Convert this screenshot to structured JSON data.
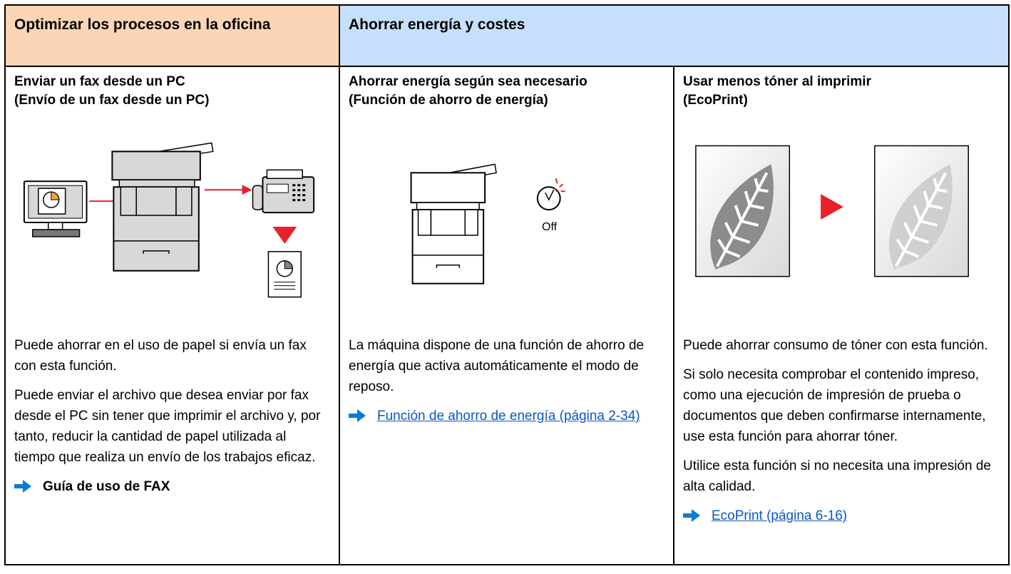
{
  "headers": {
    "left": "Optimizar los procesos en la oficina",
    "right": "Ahorrar energía y costes"
  },
  "columns": [
    {
      "title_line1": "Enviar un fax desde un PC",
      "title_line2": "(Envío de un fax desde un PC)",
      "paragraphs": [
        "Puede ahorrar en el uso de papel si envía un fax con esta función.",
        "Puede enviar el archivo que desea enviar por fax desde el PC sin tener que imprimir el archivo y, por tanto, reducir la cantidad de papel utilizada al tiempo que realiza un envío de los trabajos eficaz."
      ],
      "reference": "Guía de uso de FAX"
    },
    {
      "title_line1": "Ahorrar energía según sea necesario",
      "title_line2": "(Función de ahorro de energía)",
      "paragraphs": [
        "La máquina dispone de una función de ahorro de energía que activa automáticamente el modo de reposo."
      ],
      "reference": "Función de ahorro de energía (página 2-34)",
      "timer_label": "Off"
    },
    {
      "title_line1": "Usar menos tóner al imprimir",
      "title_line2": "(EcoPrint)",
      "paragraphs": [
        "Puede ahorrar consumo de tóner con esta función.",
        "Si solo necesita comprobar el contenido impreso, como una ejecución de impresión de prueba o documentos que deben confirmarse internamente, use esta función para ahorrar tóner.",
        "Utilice esta función si no necesita una impresión de alta calidad."
      ],
      "reference": "EcoPrint (página 6-16)"
    }
  ],
  "colors": {
    "header_left_bg": "#fbd5b5",
    "header_right_bg": "#c6e0fb",
    "link": "#0b56c5",
    "arrow": "#0a7bd6",
    "accent_red": "#e8202a"
  }
}
